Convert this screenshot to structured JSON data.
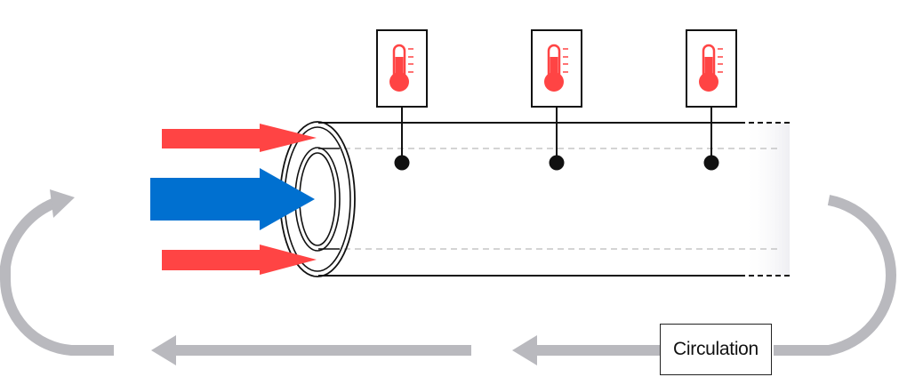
{
  "diagram": {
    "title": "",
    "circulation_label": "Circulation",
    "colors": {
      "hot_flow": "#FF4444",
      "cold_flow": "#0070D0",
      "circulation_arrow": "#B9B9BE",
      "outline": "#111111",
      "thermometer": "#FF4444"
    },
    "sensors": [
      {
        "name": "temperature-sensor-1",
        "icon": "thermometer-icon"
      },
      {
        "name": "temperature-sensor-2",
        "icon": "thermometer-icon"
      },
      {
        "name": "temperature-sensor-3",
        "icon": "thermometer-icon"
      }
    ],
    "inlet_flows": [
      {
        "name": "hot-flow-top",
        "type": "hot"
      },
      {
        "name": "cold-flow-center",
        "type": "cold"
      },
      {
        "name": "hot-flow-bottom",
        "type": "hot"
      }
    ]
  }
}
